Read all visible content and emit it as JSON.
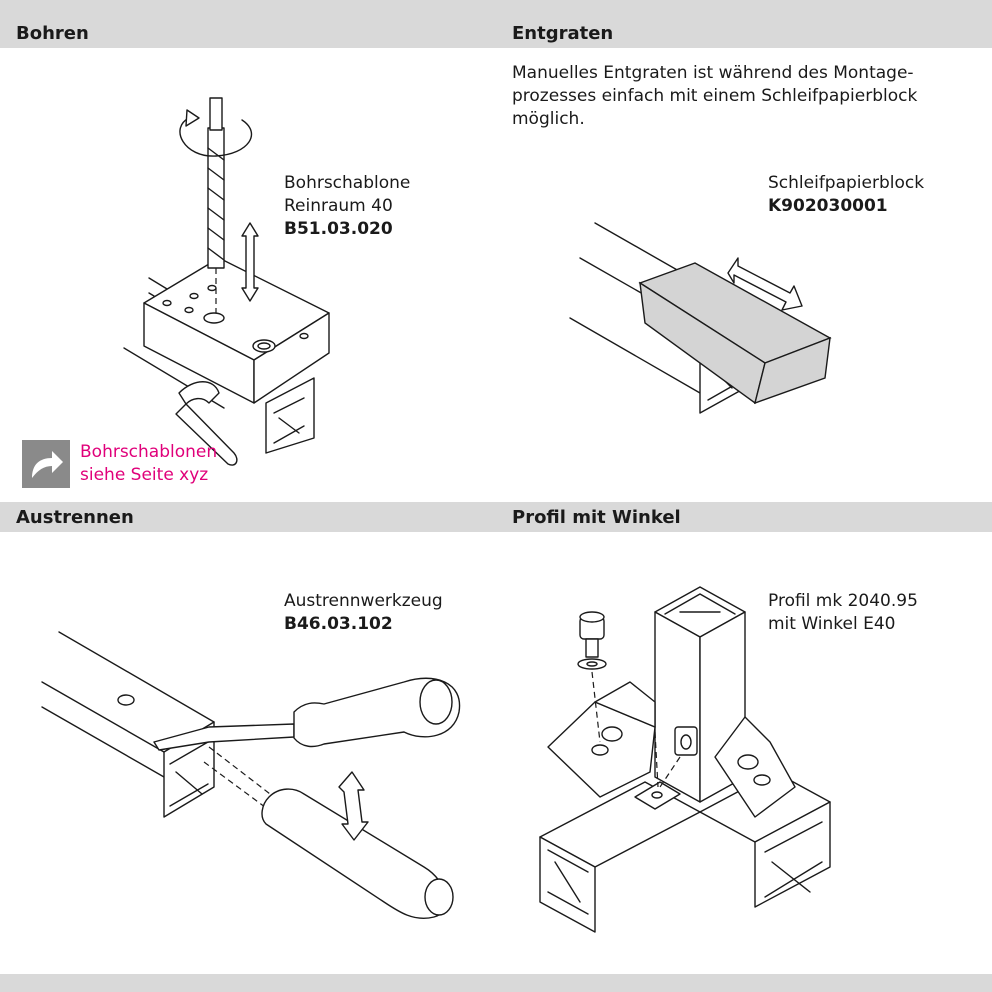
{
  "colors": {
    "header_bg": "#d9d9d9",
    "accent_pink": "#e0007a",
    "badge_grey": "#8a8a8a"
  },
  "panels": {
    "bohren": {
      "title": "Bohren",
      "tool_name": "Bohrschablone",
      "tool_variant": "Reinraum 40",
      "part_number": "B51.03.020",
      "note_line1": "Bohrschablonen",
      "note_line2": "siehe Seite xyz",
      "note_icon": "arrow-turn-icon"
    },
    "entgraten": {
      "title": "Entgraten",
      "desc_line1": "Manuelles Entgraten ist während des Montage-",
      "desc_line2": "prozesses einfach mit einem Schleifpapierblock",
      "desc_line3": "möglich.",
      "tool_name": "Schleifpapierblock",
      "part_number": "K902030001"
    },
    "austrennen": {
      "title": "Austrennen",
      "tool_name": "Austrennwerkzeug",
      "part_number": "B46.03.102"
    },
    "profil": {
      "title": "Profil mit Winkel",
      "line1": "Profil mk 2040.95",
      "line2": "mit Winkel E40"
    }
  }
}
